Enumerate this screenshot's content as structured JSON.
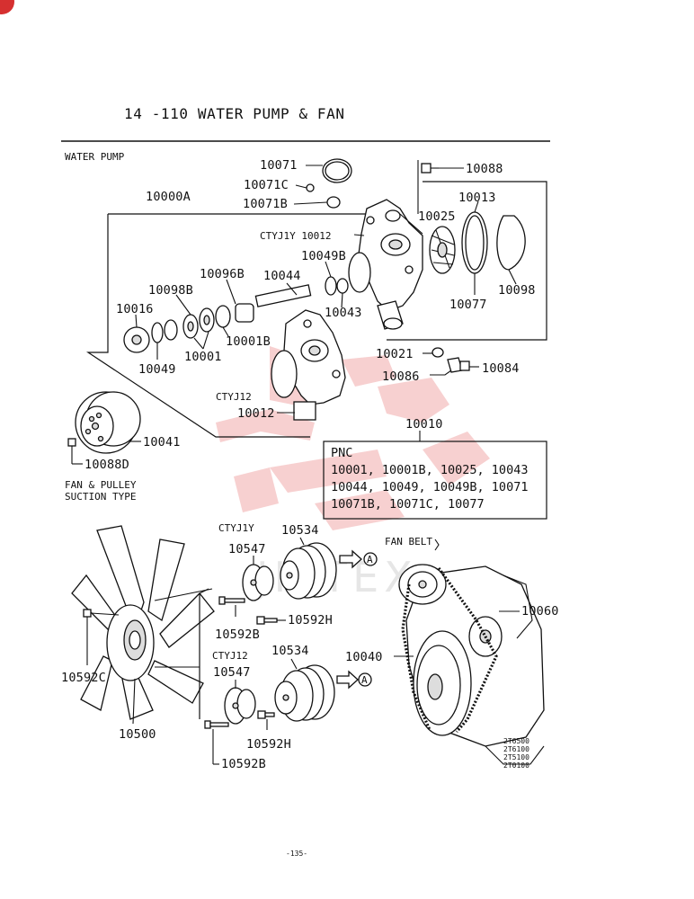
{
  "page": {
    "title": "14 -110  WATER PUMP & FAN",
    "section": "WATER PUMP",
    "page_number": "-135-",
    "engine_codes": [
      "2T6500",
      "2T6100",
      "2T5100",
      "2T0100"
    ]
  },
  "labels": {
    "p10071": "10071",
    "p10071c": "10071C",
    "p10071b": "10071B",
    "p10088": "10088",
    "p10000a": "10000A",
    "p10013": "10013",
    "p10025": "10025",
    "ctyj1y_10012": "CTYJ1Y 10012",
    "p10049b": "10049B",
    "p10096b": "10096B",
    "p10044": "10044",
    "p10098b": "10098B",
    "p10098": "10098",
    "p10077": "10077",
    "p10043": "10043",
    "p10016": "10016",
    "p10001b": "10001B",
    "p10001": "10001",
    "p10049": "10049",
    "p10021": "10021",
    "p10084": "10084",
    "p10086": "10086",
    "ctyj12_a": "CTYJ12",
    "p10012": "10012",
    "p10010": "10010",
    "p10041": "10041",
    "p10088d": "10088D",
    "fan_pulley_1": "FAN & PULLEY",
    "fan_pulley_2": "SUCTION TYPE",
    "ctyj1y_b": "CTYJ1Y",
    "p10534_a": "10534",
    "p10547_a": "10547",
    "fan_belt": "FAN BELT",
    "p10060": "10060",
    "p10592b_a": "10592B",
    "p10592h_a": "10592H",
    "p10592c": "10592C",
    "p10040": "10040",
    "ctyj12_b": "CTYJ12",
    "p10534_b": "10534",
    "p10547_b": "10547",
    "p10500": "10500",
    "p10592h_b": "10592H",
    "p10592b_b": "10592B",
    "ref_a": "A"
  },
  "pnc_box": {
    "heading": "PNC",
    "lines": [
      "10001, 10001B, 10025, 10043",
      "10044, 10049, 10049B, 10071",
      "10071B, 10071C, 10077"
    ]
  },
  "watermark": "JIATEX"
}
